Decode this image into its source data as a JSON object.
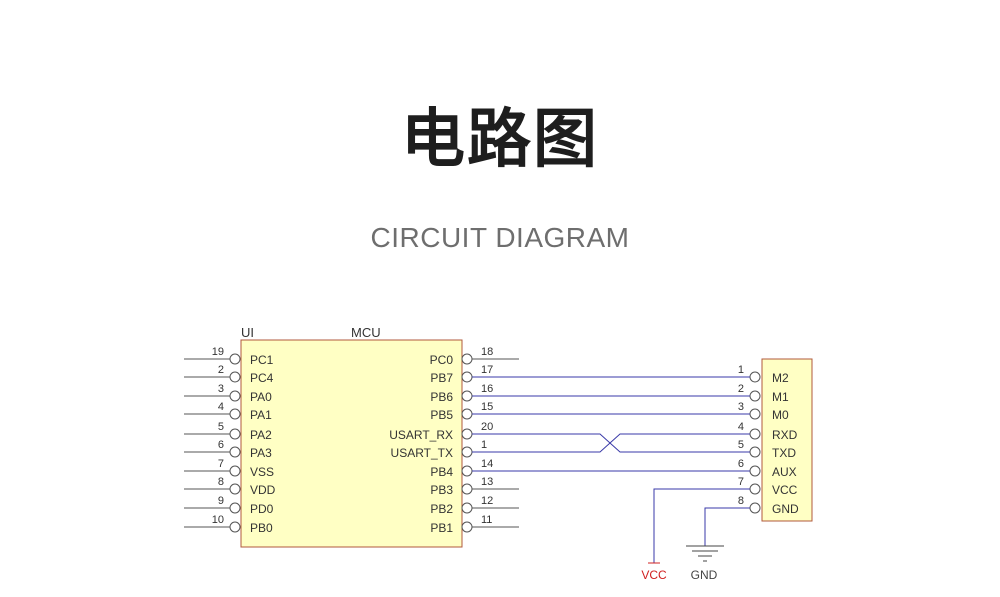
{
  "header": {
    "title": "电路图",
    "subtitle": "CIRCUIT DIAGRAM"
  },
  "mcu": {
    "designator": "UI",
    "name": "MCU",
    "left_pins": [
      {
        "num": "19",
        "name": "PC1"
      },
      {
        "num": "2",
        "name": "PC4"
      },
      {
        "num": "3",
        "name": "PA0"
      },
      {
        "num": "4",
        "name": "PA1"
      },
      {
        "num": "5",
        "name": "PA2"
      },
      {
        "num": "6",
        "name": "PA3"
      },
      {
        "num": "7",
        "name": "VSS"
      },
      {
        "num": "8",
        "name": "VDD"
      },
      {
        "num": "9",
        "name": "PD0"
      },
      {
        "num": "10",
        "name": "PB0"
      }
    ],
    "right_pins": [
      {
        "num": "18",
        "name": "PC0"
      },
      {
        "num": "17",
        "name": "PB7"
      },
      {
        "num": "16",
        "name": "PB6"
      },
      {
        "num": "15",
        "name": "PB5"
      },
      {
        "num": "20",
        "name": "USART_RX"
      },
      {
        "num": "1",
        "name": "USART_TX"
      },
      {
        "num": "14",
        "name": "PB4"
      },
      {
        "num": "13",
        "name": "PB3"
      },
      {
        "num": "12",
        "name": "PB2"
      },
      {
        "num": "11",
        "name": "PB1"
      }
    ]
  },
  "module": {
    "pins": [
      {
        "num": "1",
        "name": "M2"
      },
      {
        "num": "2",
        "name": "M1"
      },
      {
        "num": "3",
        "name": "M0"
      },
      {
        "num": "4",
        "name": "RXD"
      },
      {
        "num": "5",
        "name": "TXD"
      },
      {
        "num": "6",
        "name": "AUX"
      },
      {
        "num": "7",
        "name": "VCC"
      },
      {
        "num": "8",
        "name": "GND"
      }
    ]
  },
  "power": {
    "vcc_label": "VCC",
    "gnd_label": "GND"
  },
  "colors": {
    "box_fill": "#ffffc4",
    "box_border": "#b05a3c",
    "wire": "#3a3aa8",
    "vcc": "#d02020",
    "pin": "#555555"
  }
}
